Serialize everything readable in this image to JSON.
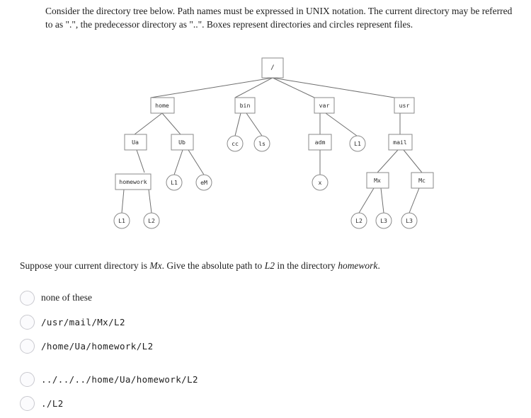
{
  "intro": {
    "text": "Consider the directory tree below.   Path names must be expressed in UNIX notation.  The current directory may be referred to as \".\", the predecessor directory as \"..\".  Boxes represent directories and circles represent files."
  },
  "tree": {
    "caption_note": "Boxes represent directories and circles represent files.",
    "nodes": {
      "root": "/",
      "home": "home",
      "bin": "bin",
      "var": "var",
      "usr": "usr",
      "Ua": "Ua",
      "Ub": "Ub",
      "cc": "cc",
      "ls": "ls",
      "adm": "adm",
      "var_L1": "L1",
      "mail": "mail",
      "homework": "homework",
      "ub_L1": "L1",
      "eM": "eM",
      "x": "x",
      "Mx": "Mx",
      "Mc": "Mc",
      "hw_L1": "L1",
      "hw_L2": "L2",
      "mx_L2": "L2",
      "mx_L3": "L3",
      "mc_L3": "L3"
    }
  },
  "question": {
    "part1": "Suppose your current directory is ",
    "current_dir": "Mx",
    "part2": ". Give the absolute path to ",
    "target": "L2",
    "part3": " in the directory ",
    "directory": "homework",
    "part4": "."
  },
  "options": [
    {
      "label": "none of these",
      "mono": false
    },
    {
      "label": "/usr/mail/Mx/L2",
      "mono": true
    },
    {
      "label": "/home/Ua/homework/L2",
      "mono": true
    },
    {
      "label": "../../../home/Ua/homework/L2",
      "mono": true
    },
    {
      "label": "./L2",
      "mono": true
    }
  ]
}
